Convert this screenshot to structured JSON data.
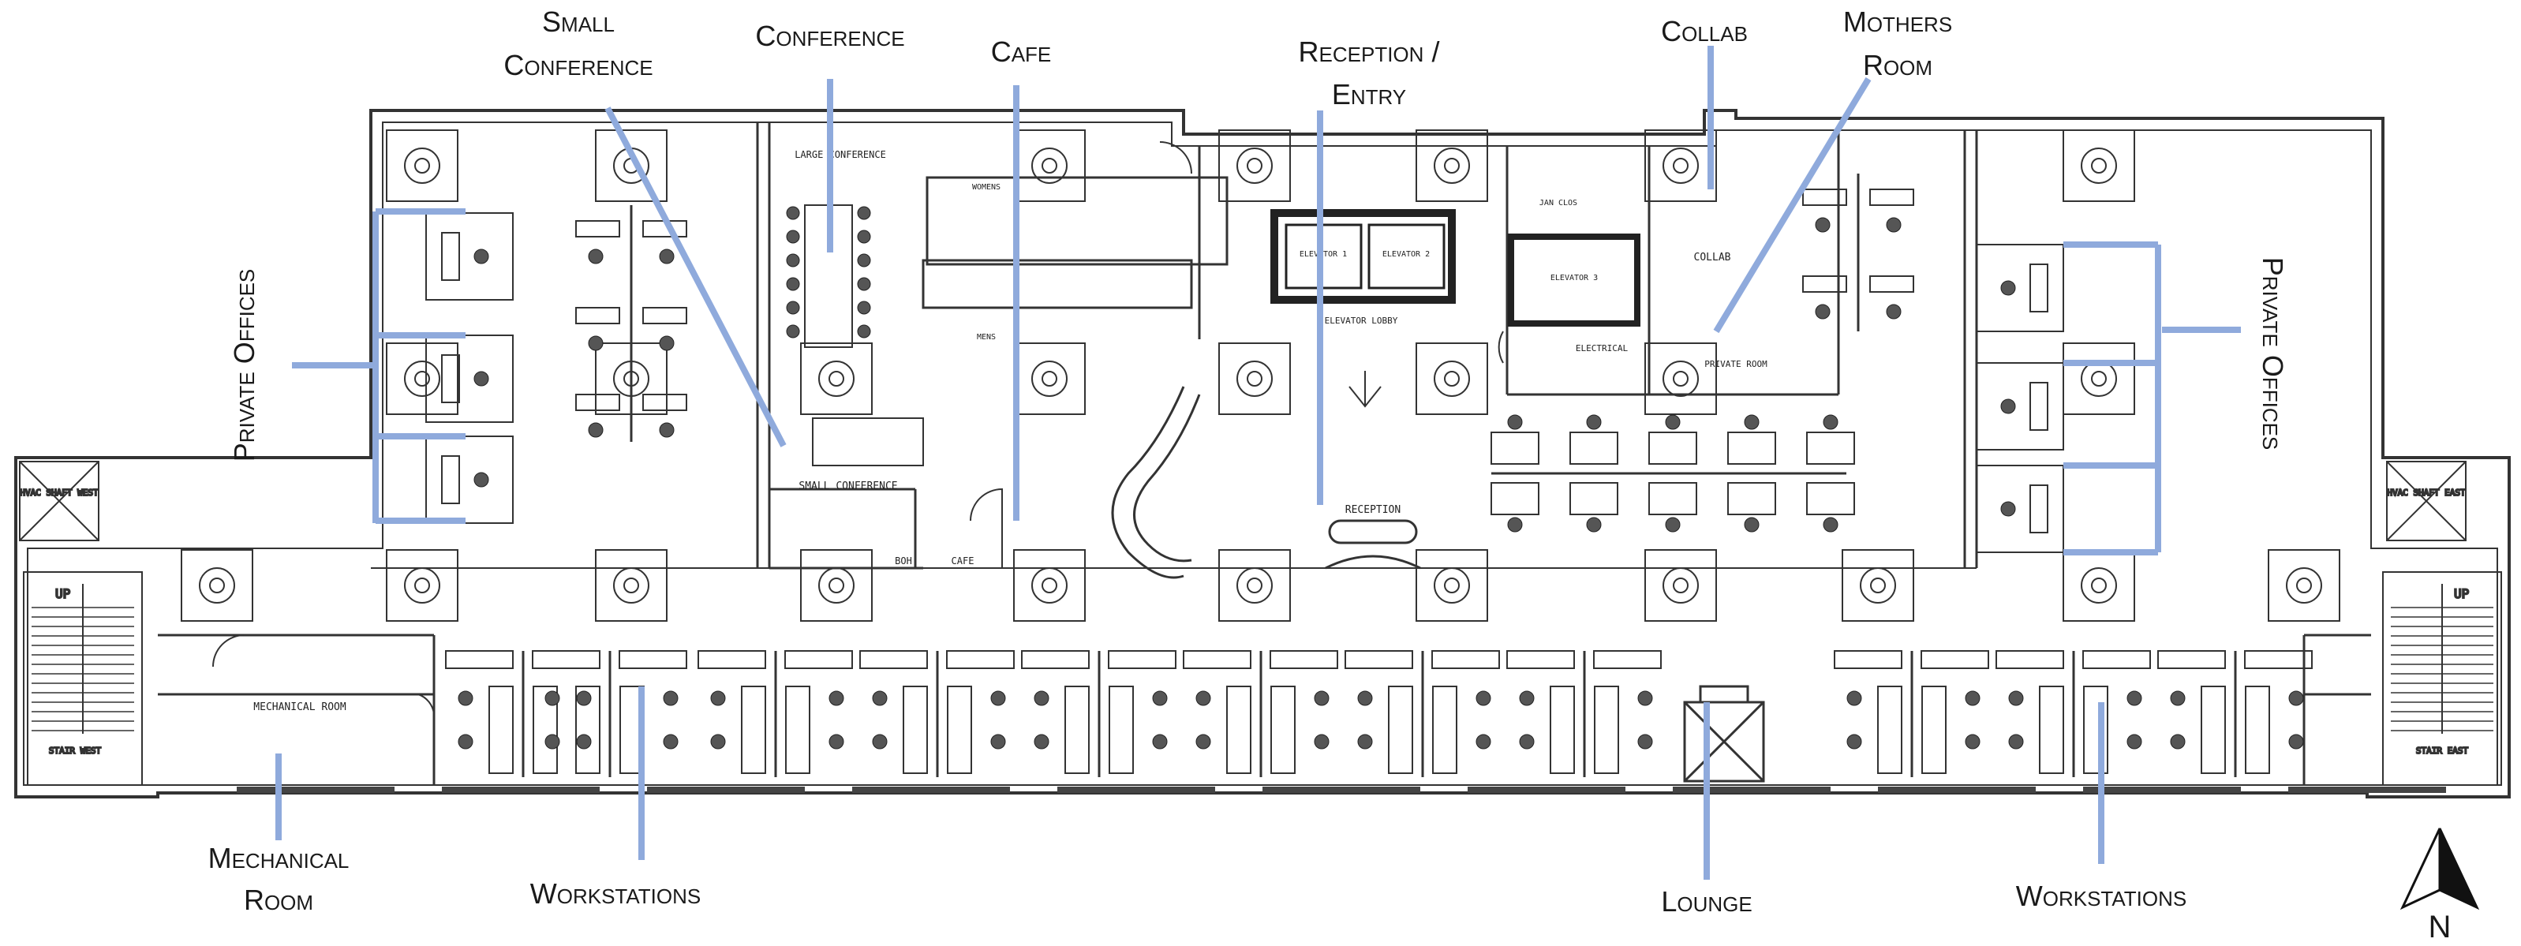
{
  "labels": {
    "small_conference": [
      "Small",
      "Conference"
    ],
    "conference": "Conference",
    "cafe": "Cafe",
    "reception_entry": [
      "Reception /",
      "Entry"
    ],
    "collab": "Collab",
    "mothers_room": [
      "Mothers",
      "Room"
    ],
    "private_offices_left": "Private Offices",
    "private_offices_right": "Private Offices",
    "mechanical_room": [
      "Mechanical",
      "Room"
    ],
    "workstations_left": "Workstations",
    "lounge": "Lounge",
    "workstations_right": "Workstations",
    "north": "N"
  },
  "plan_text": {
    "large_conference": "LARGE CONFERENCE",
    "small_conference": "SMALL CONFERENCE",
    "boh": "BOH",
    "cafe": "CAFE",
    "womens": "WOMENS",
    "mens": "MENS",
    "elevator_1": "ELEVATOR 1",
    "elevator_2": "ELEVATOR 2",
    "elevator_3": "ELEVATOR 3",
    "elevator_lobby": "ELEVATOR LOBBY",
    "reception": "RECEPTION",
    "collab": "COLLAB",
    "private_room": "PRIVATE ROOM",
    "electrical": "ELECTRICAL",
    "janitor": "JAN CLOS",
    "mechanical_room": "MECHANICAL ROOM",
    "hvac_west": "HVAC SHAFT WEST",
    "hvac_east": "HVAC SHAFT EAST",
    "stair_west": "STAIR WEST",
    "stair_east": "STAIR EAST",
    "up": "UP"
  },
  "colors": {
    "leader": "#8faadc",
    "wall": "#333333",
    "label": "#1a1a1a"
  }
}
